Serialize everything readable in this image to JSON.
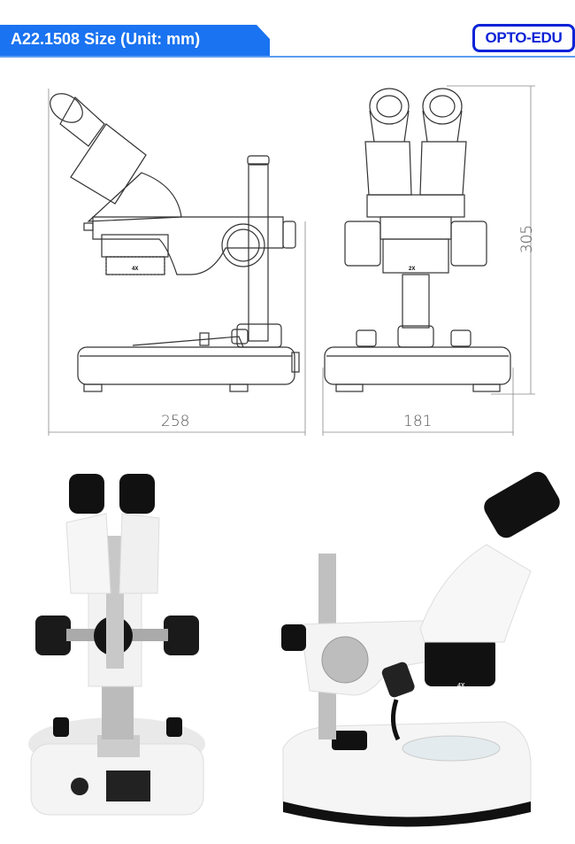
{
  "header": {
    "title": "A22.1508 Size (Unit: mm)",
    "brand": "OPTO-EDU"
  },
  "colors": {
    "banner": "#1a73f0",
    "rule": "#5b9cf0",
    "logo": "#0b23d6"
  },
  "drawings": {
    "side_view": {
      "width_label": "258",
      "objective_label": "4X"
    },
    "front_view": {
      "width_label": "181",
      "height_label": "305",
      "objective_label": "2X"
    }
  },
  "photos": {
    "side_photo": {
      "objective_label": "4X"
    }
  }
}
